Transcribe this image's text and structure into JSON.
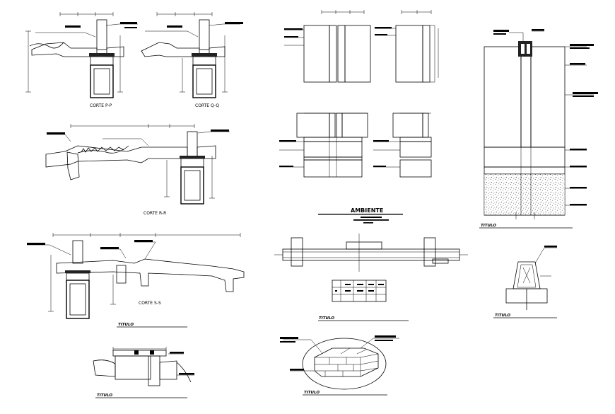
{
  "sections": {
    "pp": "CORTE P-P",
    "qq": "CORTE Q-Q",
    "rr": "CORTE R-R",
    "ss": "CORTE S-S"
  },
  "titulo": "TITULO",
  "ambiente": {
    "title": "AMBIENTE"
  }
}
